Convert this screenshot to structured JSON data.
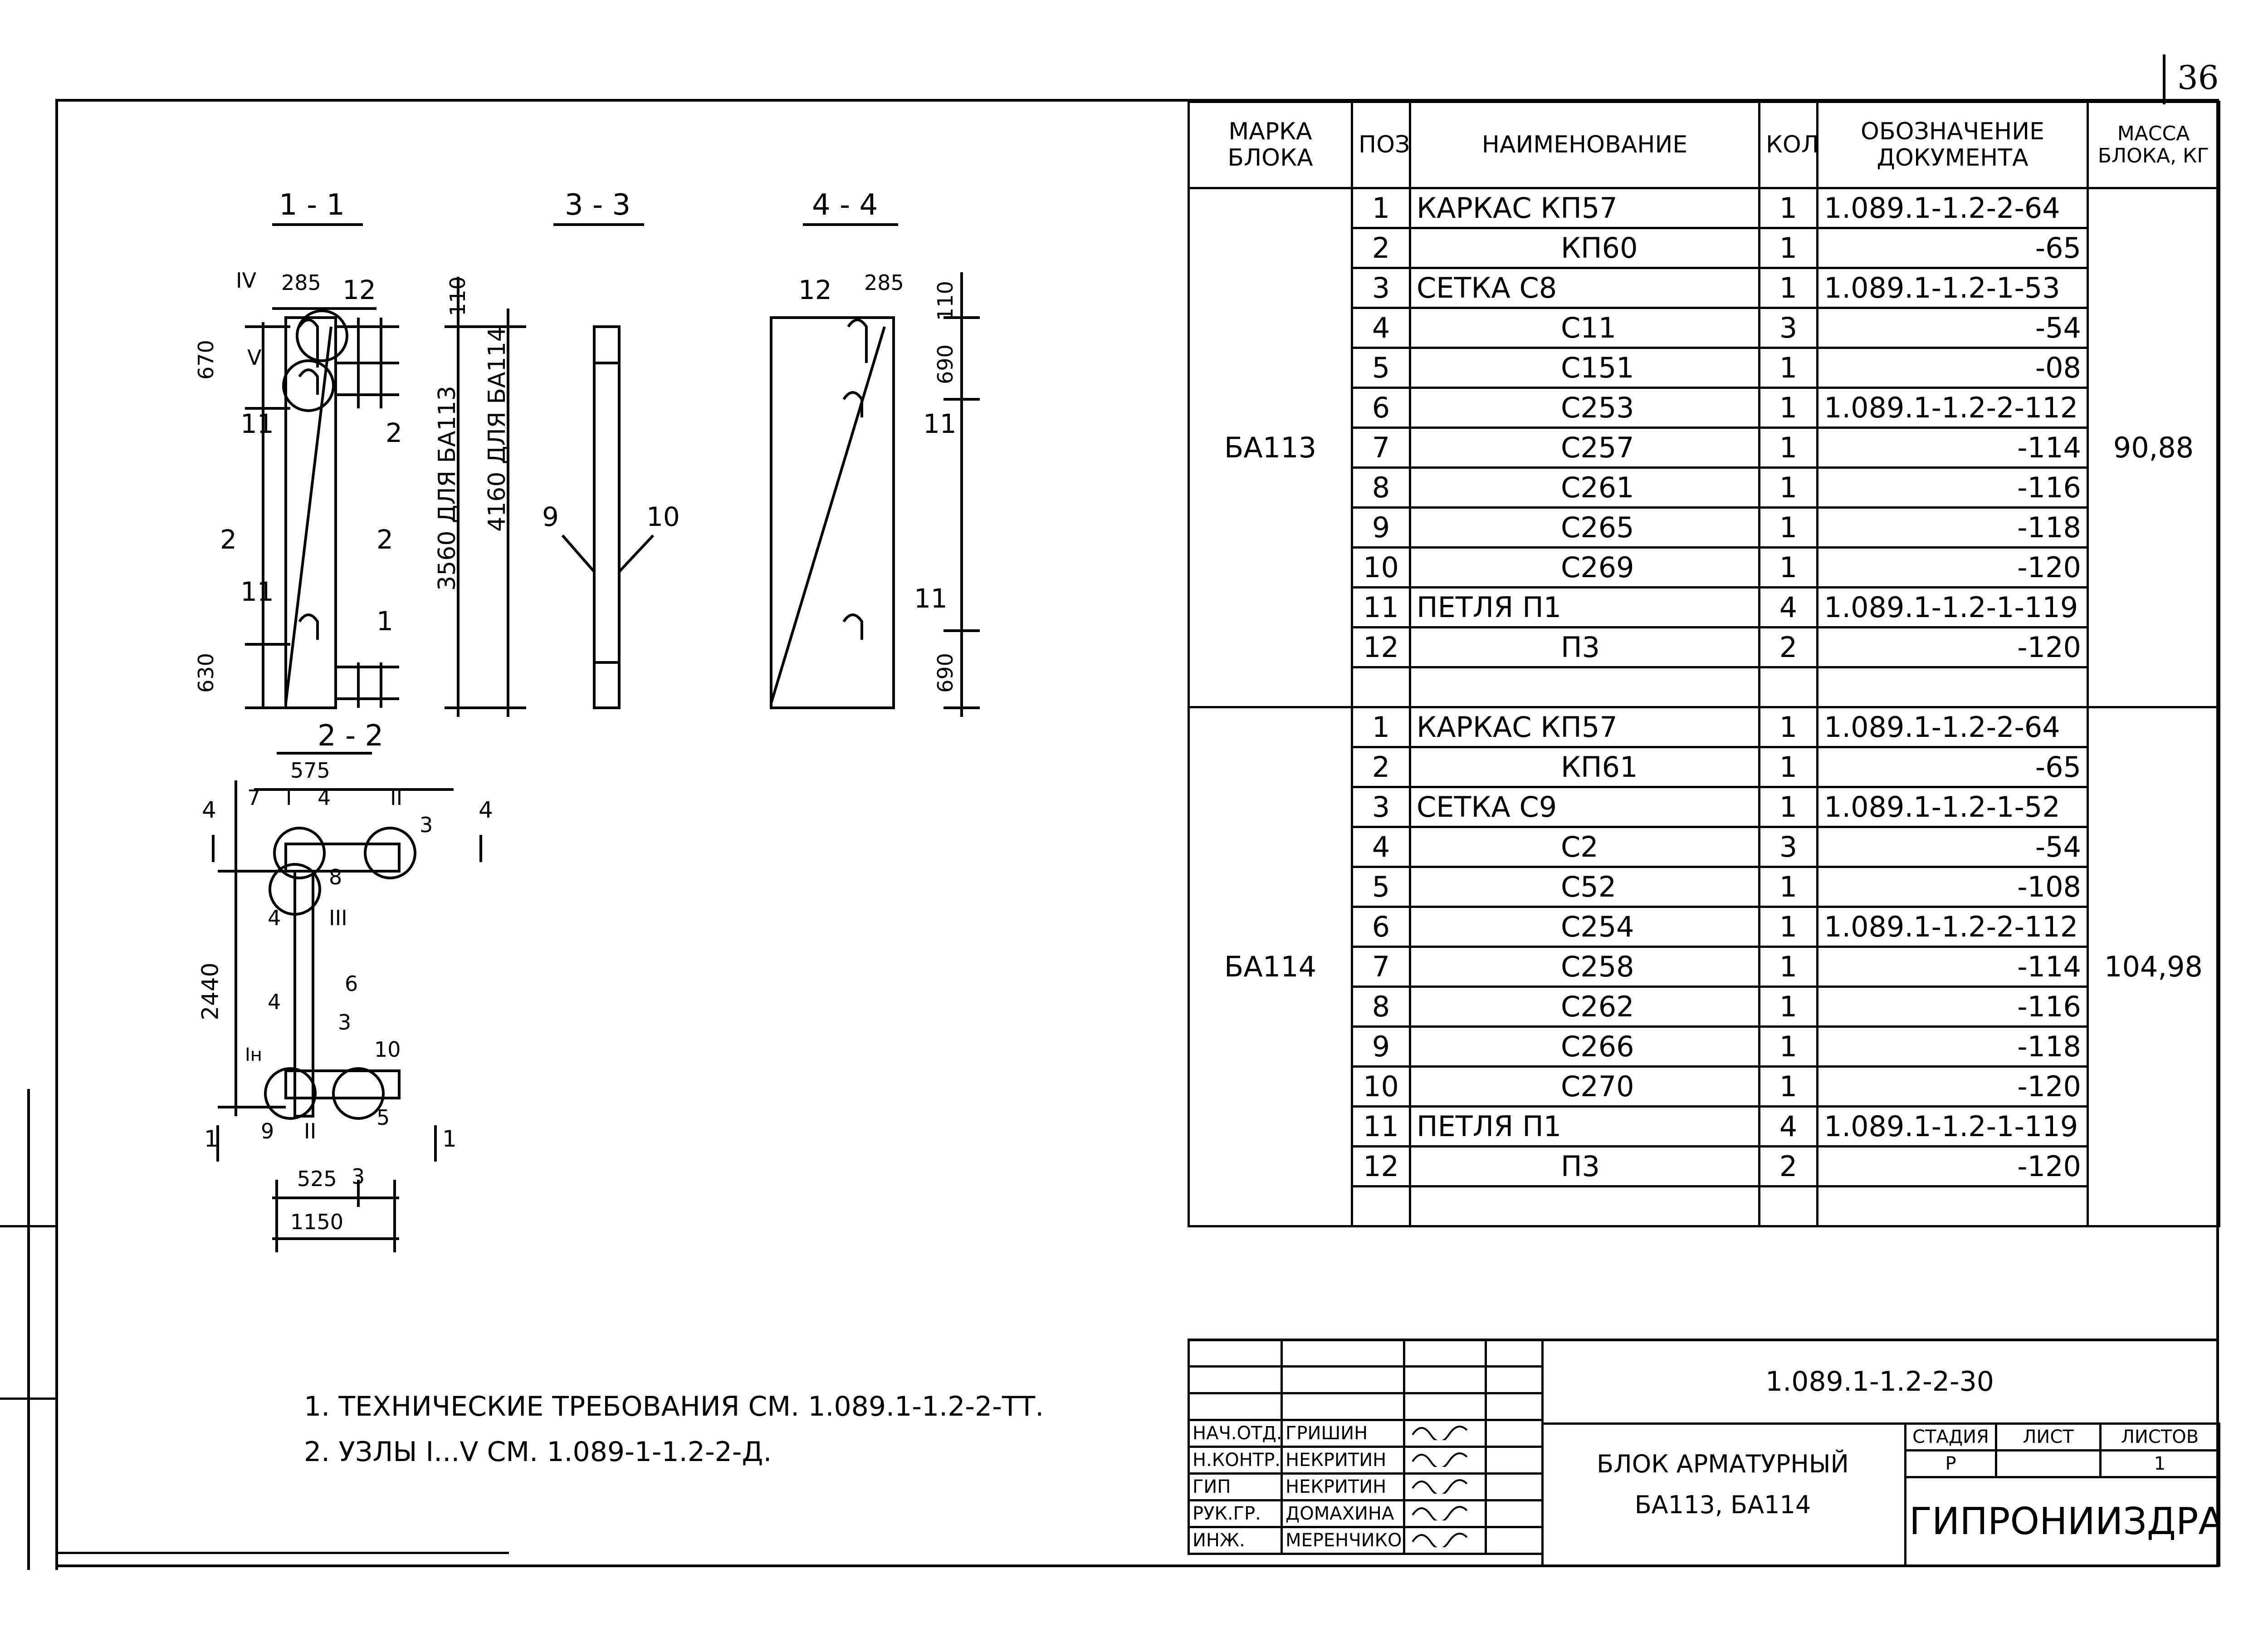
{
  "sheet_number": "36",
  "spec_table": {
    "headers": {
      "mark": "МАРКА БЛОКА",
      "pos": "ПОЗ",
      "name": "НАИМЕНОВАНИЕ",
      "qty": "КОЛ.",
      "doc": "ОБОЗНАЧЕНИЕ ДОКУМЕНТА",
      "mass": "МАССА БЛОКА, КГ"
    },
    "blocks": [
      {
        "mark": "БА113",
        "mass": "90,88",
        "rows": [
          {
            "pos": "1",
            "name": "КАРКАС КП57",
            "qty": "1",
            "doc": "1.089.1-1.2-2-64"
          },
          {
            "pos": "2",
            "name": "КП60",
            "qty": "1",
            "doc": "-65"
          },
          {
            "pos": "3",
            "name": "СЕТКА С8",
            "qty": "1",
            "doc": "1.089.1-1.2-1-53"
          },
          {
            "pos": "4",
            "name": "С11",
            "qty": "3",
            "doc": "-54"
          },
          {
            "pos": "5",
            "name": "С151",
            "qty": "1",
            "doc": "-08"
          },
          {
            "pos": "6",
            "name": "С253",
            "qty": "1",
            "doc": "1.089.1-1.2-2-112"
          },
          {
            "pos": "7",
            "name": "С257",
            "qty": "1",
            "doc": "-114"
          },
          {
            "pos": "8",
            "name": "С261",
            "qty": "1",
            "doc": "-116"
          },
          {
            "pos": "9",
            "name": "С265",
            "qty": "1",
            "doc": "-118"
          },
          {
            "pos": "10",
            "name": "С269",
            "qty": "1",
            "doc": "-120"
          },
          {
            "pos": "11",
            "name": "ПЕТЛЯ П1",
            "qty": "4",
            "doc": "1.089.1-1.2-1-119"
          },
          {
            "pos": "12",
            "name": "П3",
            "qty": "2",
            "doc": "-120"
          }
        ]
      },
      {
        "mark": "БА114",
        "mass": "104,98",
        "rows": [
          {
            "pos": "1",
            "name": "КАРКАС КП57",
            "qty": "1",
            "doc": "1.089.1-1.2-2-64"
          },
          {
            "pos": "2",
            "name": "КП61",
            "qty": "1",
            "doc": "-65"
          },
          {
            "pos": "3",
            "name": "СЕТКА С9",
            "qty": "1",
            "doc": "1.089.1-1.2-1-52"
          },
          {
            "pos": "4",
            "name": "С2",
            "qty": "3",
            "doc": "-54"
          },
          {
            "pos": "5",
            "name": "С52",
            "qty": "1",
            "doc": "-108"
          },
          {
            "pos": "6",
            "name": "С254",
            "qty": "1",
            "doc": "1.089.1-1.2-2-112"
          },
          {
            "pos": "7",
            "name": "С258",
            "qty": "1",
            "doc": "-114"
          },
          {
            "pos": "8",
            "name": "С262",
            "qty": "1",
            "doc": "-116"
          },
          {
            "pos": "9",
            "name": "С266",
            "qty": "1",
            "doc": "-118"
          },
          {
            "pos": "10",
            "name": "С270",
            "qty": "1",
            "doc": "-120"
          },
          {
            "pos": "11",
            "name": "ПЕТЛЯ П1",
            "qty": "4",
            "doc": "1.089.1-1.2-1-119"
          },
          {
            "pos": "12",
            "name": "П3",
            "qty": "2",
            "doc": "-120"
          }
        ]
      }
    ]
  },
  "notes": [
    "1. ТЕХНИЧЕСКИЕ ТРЕБОВАНИЯ СМ. 1.089.1-1.2-2-ТТ.",
    "2. УЗЛЫ I...V СМ. 1.089-1-1.2-2-Д."
  ],
  "sections": {
    "s11": "1 - 1",
    "s33": "3 - 3",
    "s44": "4 - 4",
    "s22": "2 - 2"
  },
  "dims": {
    "d285a": "285",
    "d12a": "12",
    "dIV": "IV",
    "dV": "V",
    "d670": "670",
    "d11a": "11",
    "d2a": "2",
    "d2l": "2",
    "d2r": "2",
    "d11b": "11",
    "d1a": "1",
    "d630": "630",
    "d110a": "110",
    "d3560": "3560 ДЛЯ БА113",
    "d4160": "4160 ДЛЯ БА114",
    "d9": "9",
    "d10": "10",
    "d12b": "12",
    "d285b": "285",
    "d110b": "110",
    "d690a": "690",
    "d11c": "11",
    "d11d": "11",
    "d690b": "690",
    "d575": "575",
    "d7": "7",
    "dI": "I",
    "d4a": "4",
    "dII": "II",
    "d3a": "3",
    "d4l": "4",
    "d4r": "4",
    "d8": "8",
    "d4b": "4",
    "dIII": "III",
    "d2440": "2440",
    "d6": "6",
    "d4c": "4",
    "d3b": "3",
    "dIn": "Iн",
    "d10b": "10",
    "d9b": "9",
    "dIIb": "II",
    "d5": "5",
    "d1l": "1",
    "d1r": "1",
    "d525": "525",
    "d3c": "3",
    "d1150": "1150"
  },
  "title_block": {
    "doc_code": "1.089.1-1.2-2-30",
    "title_line1": "БЛОК АРМАТУРНЫЙ",
    "title_line2": "БА113, БА114",
    "stage_label": "СТАДИЯ",
    "sheet_label": "ЛИСТ",
    "sheets_label": "ЛИСТОВ",
    "stage": "Р",
    "sheets": "1",
    "org": "ГИПРОНИИЗДРАВ",
    "signers": [
      {
        "role": "НАЧ.ОТД.",
        "name": "ГРИШИН"
      },
      {
        "role": "Н.КОНТР.",
        "name": "НЕКРИТИН"
      },
      {
        "role": "ГИП",
        "name": "НЕКРИТИН"
      },
      {
        "role": "РУК.ГР.",
        "name": "ДОМАХИНА"
      },
      {
        "role": "ИНЖ.",
        "name": "МЕРЕНЧИКОВА"
      }
    ]
  }
}
